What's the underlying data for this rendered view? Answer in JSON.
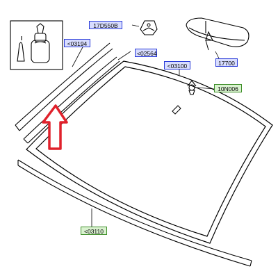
{
  "callouts": {
    "c17d550b": "17D550B",
    "c03194": "<03194",
    "c02564": "<02564",
    "c03100": "<03100",
    "c17700": "17700",
    "c10n006": "10N006",
    "c03110": "<03110"
  },
  "colors": {
    "outline": "#000000",
    "highlight_arrow": "#e0212b",
    "callout_blue_fill": "#d8ddff",
    "callout_blue_border": "#2a3bd8",
    "callout_green_fill": "#d9f2cf",
    "callout_green_border": "#3f8f2a"
  },
  "icons": [
    "adhesive-kit-icon",
    "primer-bottle-icon",
    "applicator-nozzle-icon",
    "bracket-icon",
    "rear-view-mirror-icon",
    "clip-icon",
    "red-up-arrow-icon"
  ]
}
